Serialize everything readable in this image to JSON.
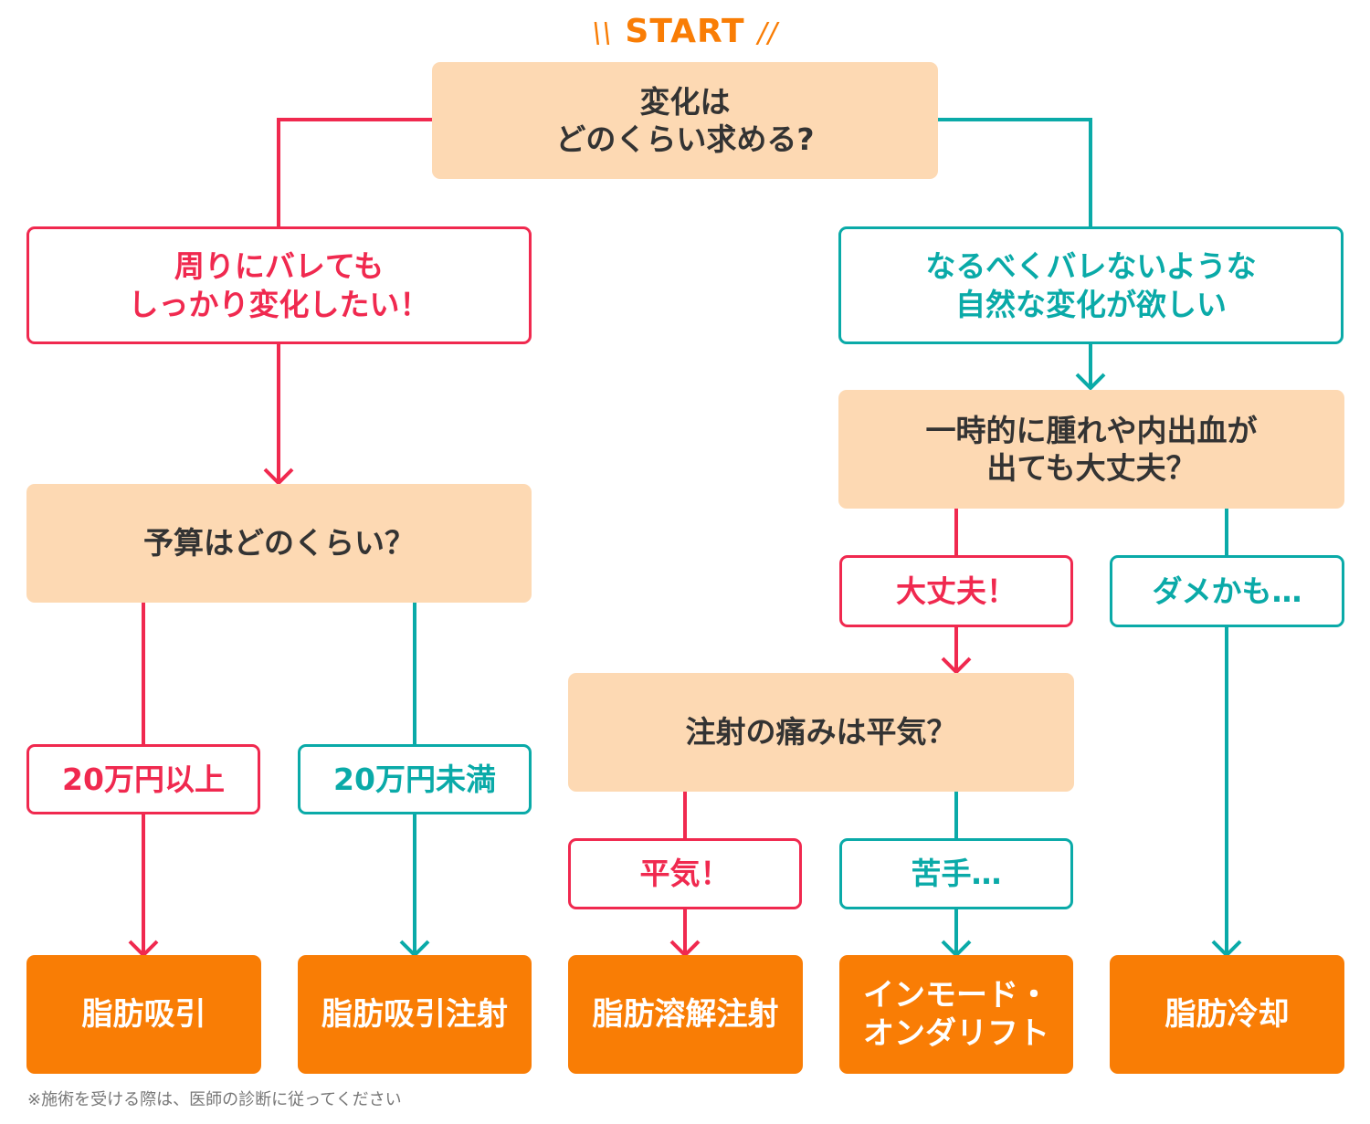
{
  "colors": {
    "pink": "#f0294f",
    "teal": "#0aaaa8",
    "question_bg": "#fdd9b3",
    "result_bg": "#f97d05",
    "text_dark": "#333333",
    "start": "#f97d05"
  },
  "start": {
    "deco_left": "\\\\",
    "label": "START",
    "deco_right": "//"
  },
  "q1": {
    "lines": [
      "変化は",
      "どのくらい求める?"
    ]
  },
  "a_left": {
    "lines": [
      "周りにバレても",
      "しっかり変化したい！"
    ]
  },
  "a_right": {
    "lines": [
      "なるべくバレないような",
      "自然な変化が欲しい"
    ]
  },
  "q_budget": {
    "lines": [
      "予算はどのくらい？"
    ]
  },
  "q_swelling": {
    "lines": [
      "一時的に腫れや内出血が",
      "出ても大丈夫？"
    ]
  },
  "ans_over20": {
    "label": "20万円以上"
  },
  "ans_under20": {
    "label": "20万円未満"
  },
  "ans_ok": {
    "label": "大丈夫！"
  },
  "ans_ng": {
    "label": "ダメかも…"
  },
  "q_pain": {
    "lines": [
      "注射の痛みは平気？"
    ]
  },
  "ans_fine": {
    "label": "平気！"
  },
  "ans_bad": {
    "label": "苦手…"
  },
  "results": [
    {
      "lines": [
        "脂肪吸引"
      ]
    },
    {
      "lines": [
        "脂肪吸引注射"
      ]
    },
    {
      "lines": [
        "脂肪溶解注射"
      ]
    },
    {
      "lines": [
        "インモード・",
        "オンダリフト"
      ]
    },
    {
      "lines": [
        "脂肪冷却"
      ]
    }
  ],
  "note": "※施術を受ける際は、医師の診断に従ってください"
}
